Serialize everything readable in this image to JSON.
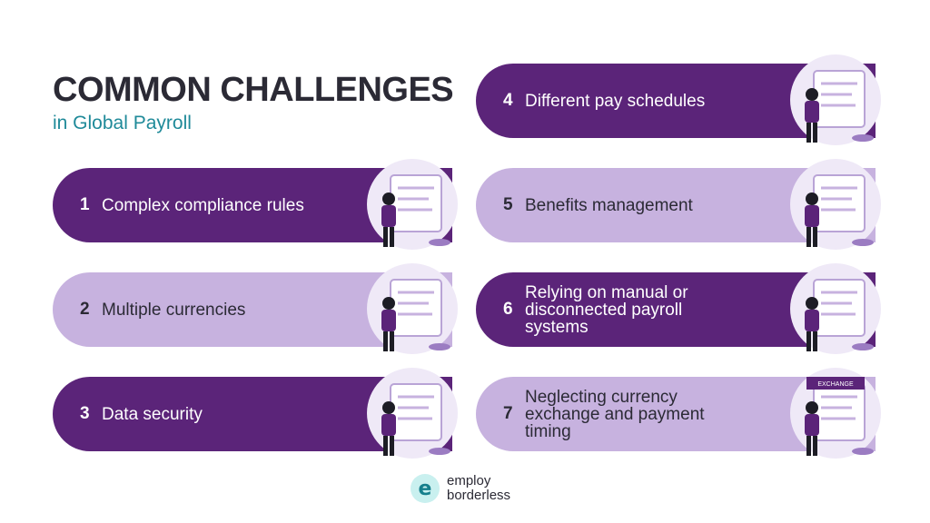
{
  "header": {
    "title": "COMMON CHALLENGES",
    "subtitle": "in Global Payroll"
  },
  "colors": {
    "dark_purple": "#5b2479",
    "light_purple": "#c7b2df",
    "title": "#2b2a35",
    "accent_teal": "#1f8a99"
  },
  "challenges": [
    {
      "number": "1",
      "label": "Complex compliance rules",
      "icon": "compliance-magnifier-illustration"
    },
    {
      "number": "2",
      "label": "Multiple currencies",
      "icon": "currency-coins-illustration"
    },
    {
      "number": "3",
      "label": "Data security",
      "icon": "security-lock-illustration"
    },
    {
      "number": "4",
      "label": "Different pay schedules",
      "icon": "calendar-hourglass-illustration"
    },
    {
      "number": "5",
      "label": "Benefits management",
      "icon": "umbrella-benefits-illustration"
    },
    {
      "number": "6",
      "label": "Relying on manual or disconnected payroll systems",
      "icon": "clipboard-chart-illustration"
    },
    {
      "number": "7",
      "label": "Neglecting currency exchange and payment timing",
      "icon": "exchange-booth-illustration"
    }
  ],
  "illustration_text": {
    "exchange_sign": "EXCHANGE"
  },
  "logo": {
    "mark": "e",
    "line1": "employ",
    "line2": "borderless"
  }
}
